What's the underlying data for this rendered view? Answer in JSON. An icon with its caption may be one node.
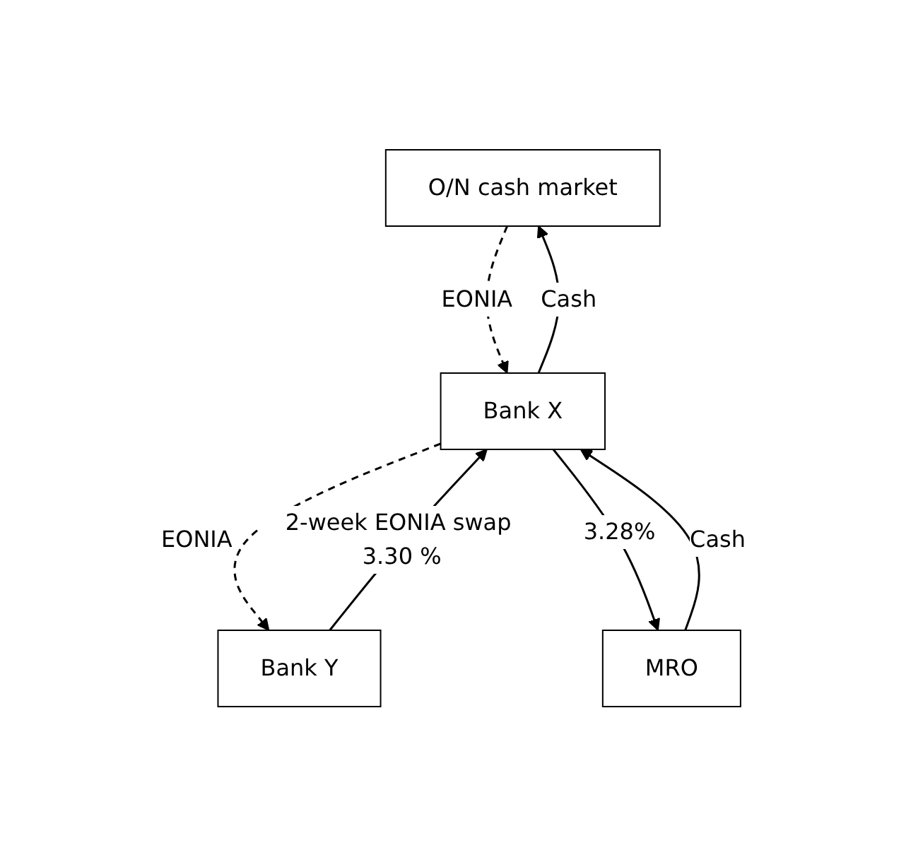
{
  "diagram": {
    "nodes": [
      {
        "text": [
          "O/N cash market"
        ]
      },
      {
        "text": [
          "Bank X"
        ]
      },
      {
        "text": [
          "Bank Y"
        ]
      },
      {
        "text": [
          "MRO"
        ]
      }
    ],
    "edges": [
      {
        "from": 0,
        "to": 1,
        "arrow": "to",
        "label": "EONIA",
        "style": "dashed"
      },
      {
        "from": 1,
        "to": 0,
        "arrow": "to",
        "label": "Cash"
      },
      {
        "from": 2,
        "to": 1,
        "arrow": "to",
        "label": "2-week EONIA swap 3.30 %"
      },
      {
        "from": 1,
        "to": 2,
        "arrow": "to",
        "label": "EONIA",
        "style": "dashed"
      },
      {
        "from": 1,
        "to": 3,
        "arrow": "to",
        "label": "3.28%"
      },
      {
        "from": 3,
        "to": 1,
        "arrow": "to",
        "label": "Cash"
      }
    ]
  }
}
